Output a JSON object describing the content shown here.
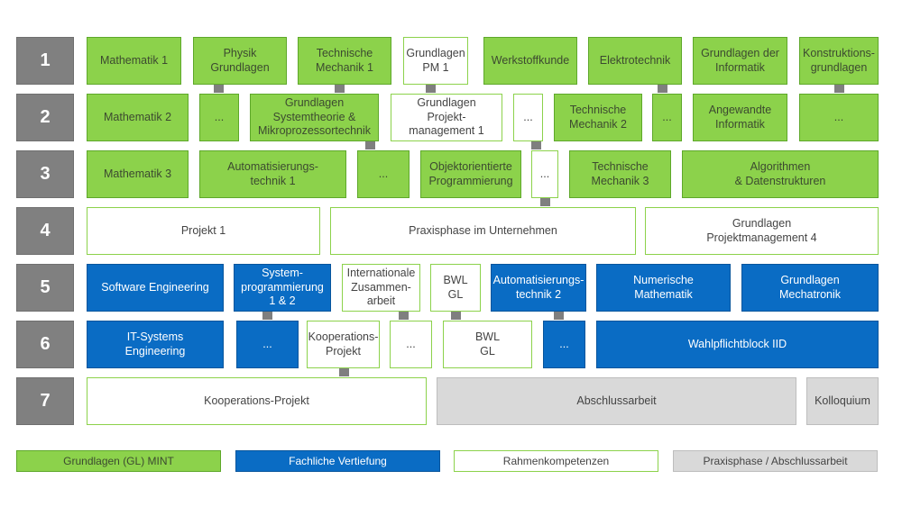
{
  "semesters": [
    "1",
    "2",
    "3",
    "4",
    "5",
    "6",
    "7"
  ],
  "row1": {
    "mathematik_1": "Mathematik  1",
    "physik": "Physik\nGrundlagen",
    "technische_mechanik_1": "Technische\nMechanik  1",
    "grundlagen_pm_1": "Grundlagen\nPM 1",
    "werkstoffkunde": "Werkstoffkunde",
    "elektrotechnik": "Elektrotechnik",
    "grundlagen_informatik": "Grundlagen  der\nInformatik",
    "konstruktionsgrundlagen": "Konstruktions-\ngrundlagen"
  },
  "row2": {
    "mathematik_2": "Mathematik  2",
    "ellipsis_a": "...",
    "systemtheorie": "Grundlagen\nSystemtheorie  &\nMikroprozessortechnik",
    "projektmanagement_1": "Grundlagen\nProjekt-\nmanagement  1",
    "ellipsis_b": "...",
    "technische_mechanik_2": "Technische\nMechanik  2",
    "ellipsis_c": "...",
    "angewandte_informatik": "Angewandte\nInformatik",
    "ellipsis_d": "..."
  },
  "row3": {
    "mathematik_3": "Mathematik  3",
    "automatisierungstechnik_1": "Automatisierungs-\ntechnik  1",
    "ellipsis_a": "...",
    "oop": "Objektorientierte\nProgrammierung",
    "ellipsis_b": "...",
    "technische_mechanik_3": "Technische\nMechanik  3",
    "algorithmen": "Algorithmen\n&  Datenstrukturen"
  },
  "row4": {
    "projekt_1": "Projekt  1",
    "praxisphase": "Praxisphase  im  Unternehmen",
    "projektmanagement_4": "Grundlagen\nProjektmanagement  4"
  },
  "row5": {
    "software_engineering": "Software  Engineering",
    "systemprogrammierung": "System-\nprogrammierung\n1 & 2",
    "internationale_zusammenarbeit": "Internationale\nZusammen-\narbeit",
    "bwl_gl": "BWL\nGL",
    "automatisierungstechnik_2": "Automatisierungs-\ntechnik  2",
    "numerische_mathematik": "Numerische\nMathematik",
    "grundlagen_mechatronik": "Grundlagen\nMechatronik"
  },
  "row6": {
    "it_systems_engineering": "IT-Systems\nEngineering",
    "ellipsis_a": "...",
    "kooperations_projekt": "Kooperations-\nProjekt",
    "ellipsis_b": "...",
    "bwl_gl": "BWL\nGL",
    "ellipsis_c": "...",
    "wahlpflichtblock": "Wahlpflichtblock  IID"
  },
  "row7": {
    "kooperations_projekt": "Kooperations-Projekt",
    "abschlussarbeit": "Abschlussarbeit",
    "kolloquium": "Kolloquium"
  },
  "legend": {
    "mint": "Grundlagen (GL) MINT",
    "fachliche_vertiefung": "Fachliche Vertiefung",
    "rahmenkompetenzen": "Rahmenkompetenzen",
    "praxisphase_abschlussarbeit": "Praxisphase / Abschlussarbeit"
  },
  "colors": {
    "mint": "#8cd24b",
    "fachliche_vertiefung": "#0a6cc4",
    "rahmenkompetenzen": "#ffffff",
    "praxisphase_abschlussarbeit": "#d9d9d9",
    "semester": "#808080",
    "connector": "#7f7f7f"
  }
}
